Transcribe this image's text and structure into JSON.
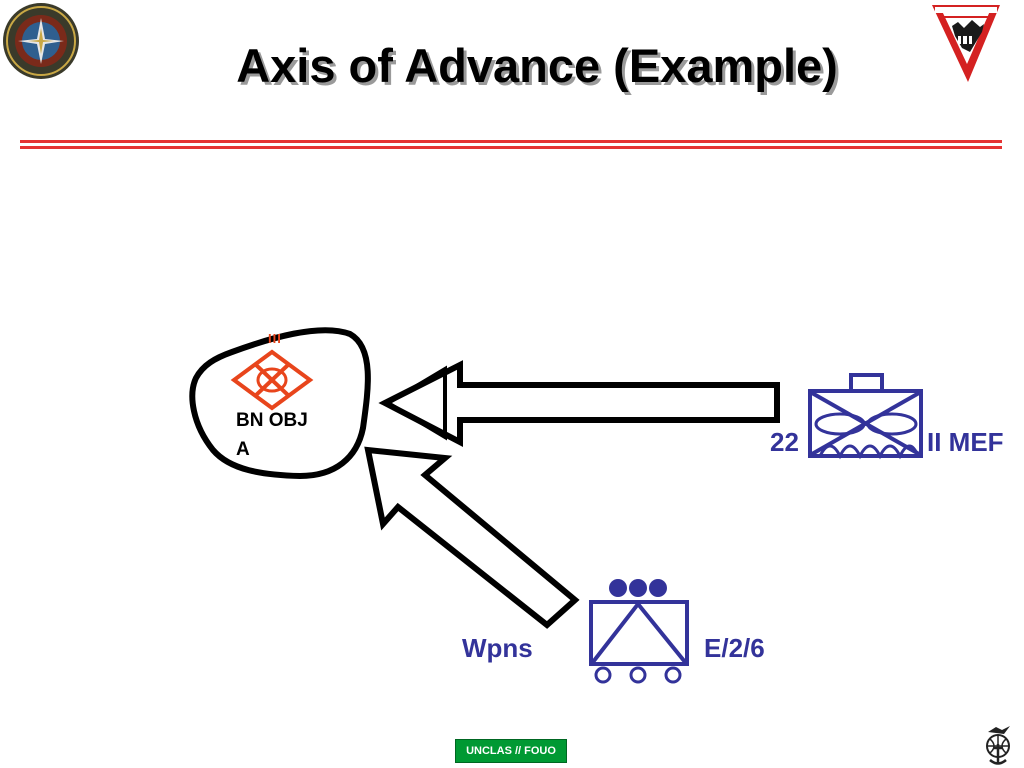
{
  "title": "Axis of Advance (Example)",
  "objective": {
    "line1": "BN OBJ",
    "line2": "A",
    "echelon": "III"
  },
  "main_unit": {
    "designation": "22",
    "higher": "II MEF"
  },
  "support_unit": {
    "designation": "Wpns",
    "higher": "E/2/6"
  },
  "banner": "UNCLAS // FOUO",
  "colors": {
    "title_shadow": "#9a9a9a",
    "rule": "#e53333",
    "unit_blue": "#33339a",
    "enemy": "#e8451c",
    "banner_green": "#009933"
  },
  "icons": {
    "left_logo": "marine-corps-intelligence-schools-seal-icon",
    "right_logo": "company-level-intelligence-cell-shield-icon",
    "corner_emblem": "eagle-globe-anchor-icon"
  }
}
